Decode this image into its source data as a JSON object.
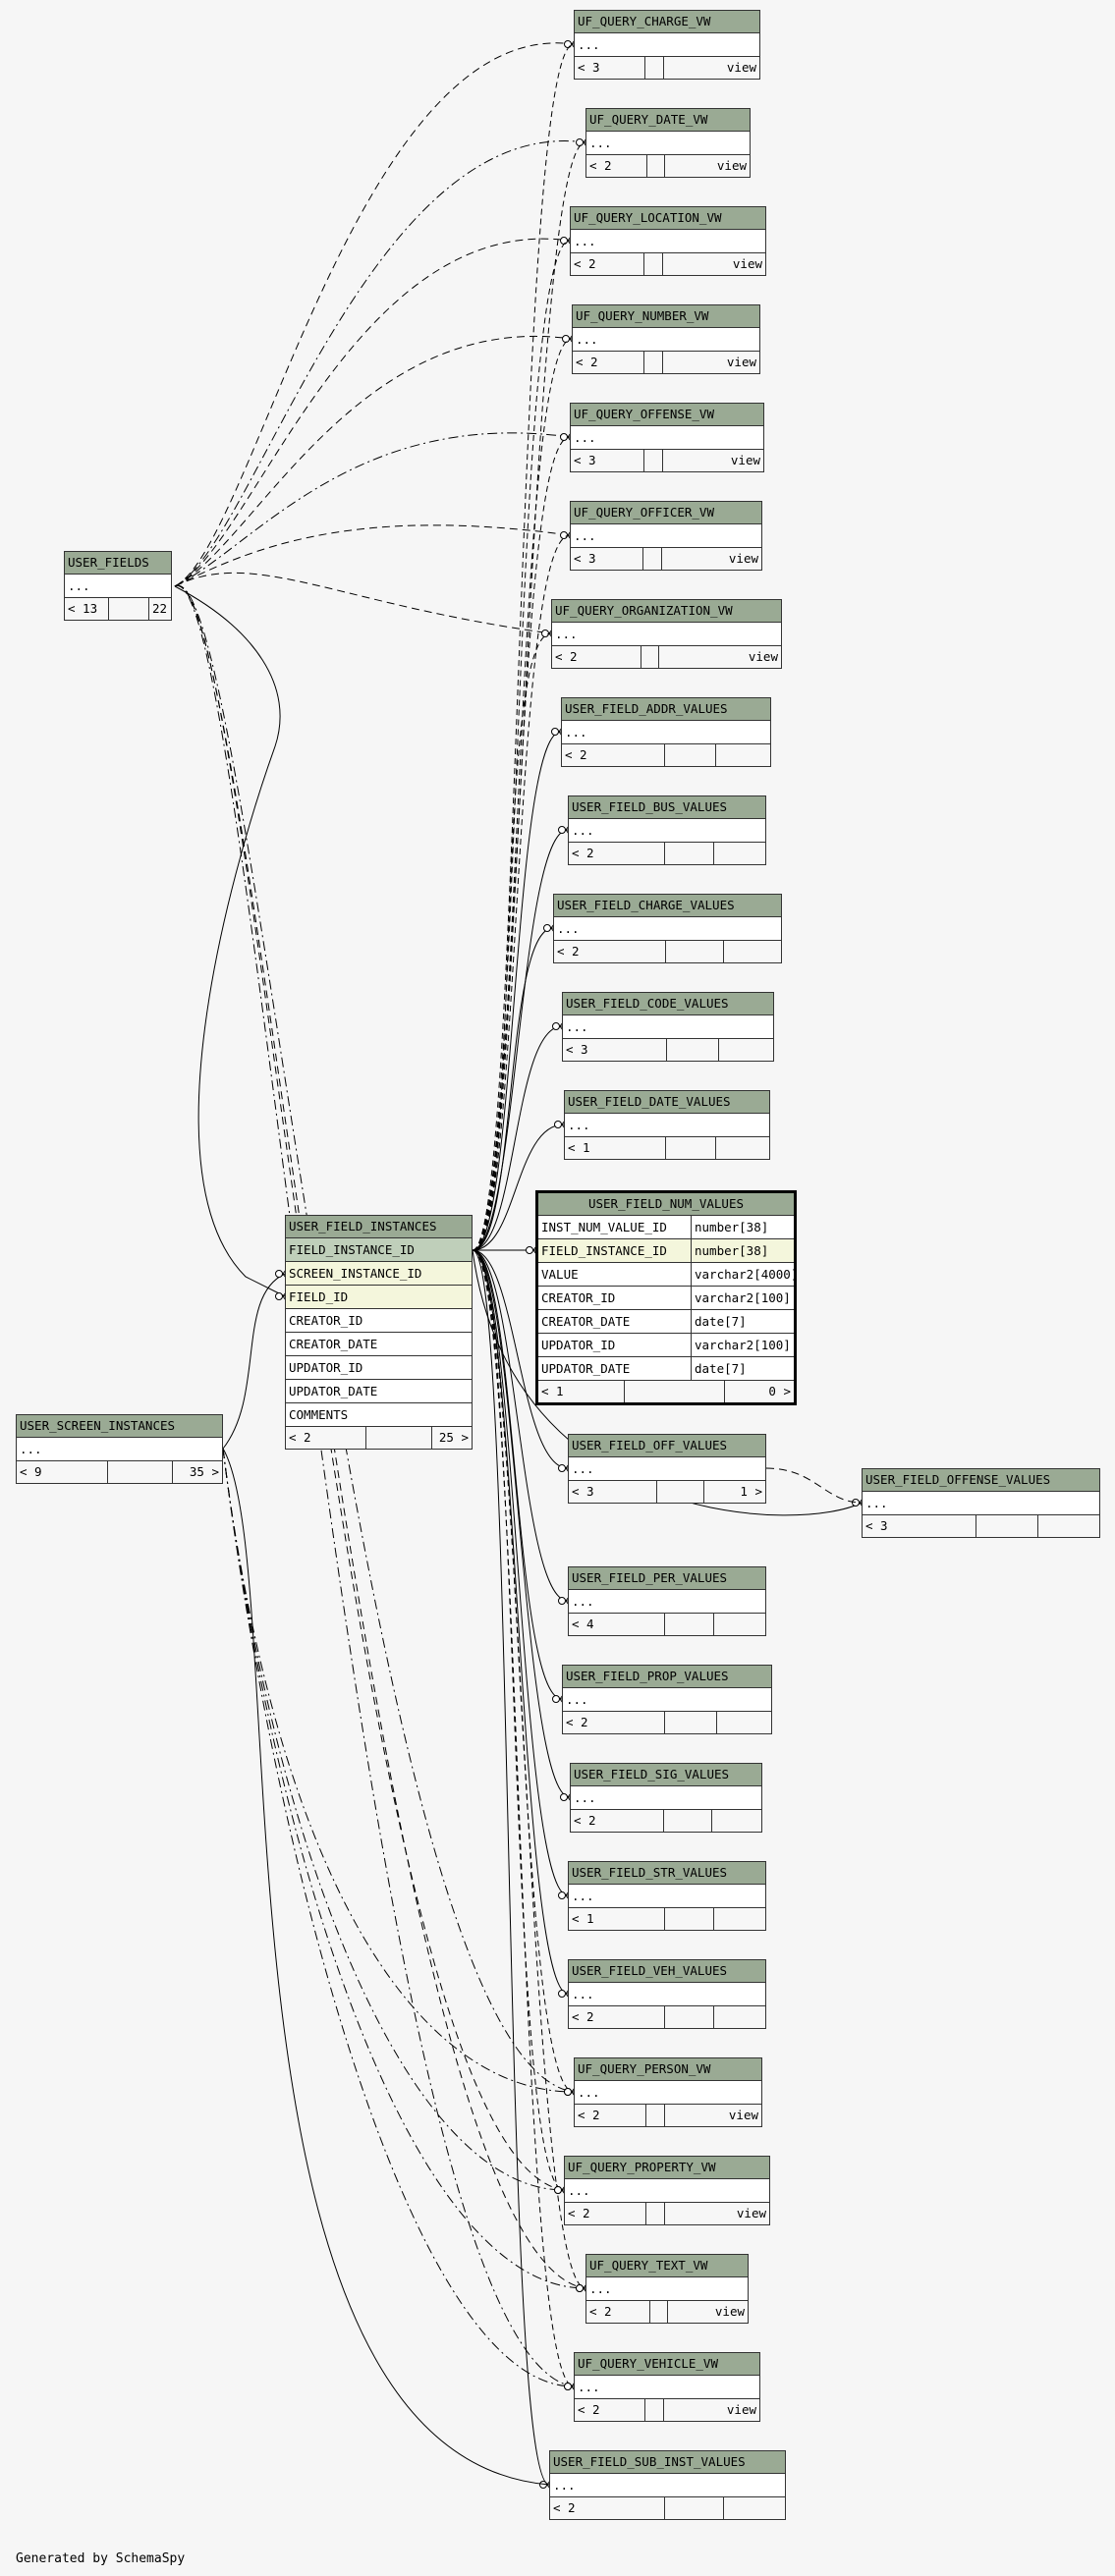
{
  "footer": "Generated by SchemaSpy",
  "tables": {
    "uf_query_charge_vw": {
      "name": "UF_QUERY_CHARGE_VW",
      "rows": [
        "..."
      ],
      "left": "< 3",
      "mid": "",
      "right": "view"
    },
    "uf_query_date_vw": {
      "name": "UF_QUERY_DATE_VW",
      "rows": [
        "..."
      ],
      "left": "< 2",
      "mid": "",
      "right": "view"
    },
    "uf_query_location_vw": {
      "name": "UF_QUERY_LOCATION_VW",
      "rows": [
        "..."
      ],
      "left": "< 2",
      "mid": "",
      "right": "view"
    },
    "uf_query_number_vw": {
      "name": "UF_QUERY_NUMBER_VW",
      "rows": [
        "..."
      ],
      "left": "< 2",
      "mid": "",
      "right": "view"
    },
    "uf_query_offense_vw": {
      "name": "UF_QUERY_OFFENSE_VW",
      "rows": [
        "..."
      ],
      "left": "< 3",
      "mid": "",
      "right": "view"
    },
    "uf_query_officer_vw": {
      "name": "UF_QUERY_OFFICER_VW",
      "rows": [
        "..."
      ],
      "left": "< 3",
      "mid": "",
      "right": "view"
    },
    "uf_query_organization_vw": {
      "name": "UF_QUERY_ORGANIZATION_VW",
      "rows": [
        "..."
      ],
      "left": "< 2",
      "mid": "",
      "right": "view"
    },
    "user_field_addr_values": {
      "name": "USER_FIELD_ADDR_VALUES",
      "rows": [
        "..."
      ],
      "left": "< 2",
      "mid": "",
      "right": ""
    },
    "user_field_bus_values": {
      "name": "USER_FIELD_BUS_VALUES",
      "rows": [
        "..."
      ],
      "left": "< 2",
      "mid": "",
      "right": ""
    },
    "user_field_charge_values": {
      "name": "USER_FIELD_CHARGE_VALUES",
      "rows": [
        "..."
      ],
      "left": "< 2",
      "mid": "",
      "right": ""
    },
    "user_field_code_values": {
      "name": "USER_FIELD_CODE_VALUES",
      "rows": [
        "..."
      ],
      "left": "< 3",
      "mid": "",
      "right": ""
    },
    "user_field_date_values": {
      "name": "USER_FIELD_DATE_VALUES",
      "rows": [
        "..."
      ],
      "left": "< 1",
      "mid": "",
      "right": ""
    },
    "user_fields": {
      "name": "USER_FIELDS",
      "rows": [
        "..."
      ],
      "left": "< 13",
      "mid": "",
      "right": "22 >"
    },
    "user_field_instances": {
      "name": "USER_FIELD_INSTANCES",
      "rows": [
        "FIELD_INSTANCE_ID",
        "SCREEN_INSTANCE_ID",
        "FIELD_ID",
        "CREATOR_ID",
        "CREATOR_DATE",
        "UPDATOR_ID",
        "UPDATOR_DATE",
        "COMMENTS"
      ],
      "left": "< 2",
      "mid": "",
      "right": "25 >"
    },
    "user_field_num_values": {
      "name": "USER_FIELD_NUM_VALUES",
      "rows": [
        "INST_NUM_VALUE_ID",
        "FIELD_INSTANCE_ID",
        "VALUE",
        "CREATOR_ID",
        "CREATOR_DATE",
        "UPDATOR_ID",
        "UPDATOR_DATE"
      ],
      "types": [
        "number[38]",
        "number[38]",
        "varchar2[4000]",
        "varchar2[100]",
        "date[7]",
        "varchar2[100]",
        "date[7]"
      ],
      "left": "< 1",
      "mid": "",
      "right": "0 >"
    },
    "user_screen_instances": {
      "name": "USER_SCREEN_INSTANCES",
      "rows": [
        "..."
      ],
      "left": "< 9",
      "mid": "",
      "right": "35 >"
    },
    "user_field_off_values": {
      "name": "USER_FIELD_OFF_VALUES",
      "rows": [
        "..."
      ],
      "left": "< 3",
      "mid": "",
      "right": "1 >"
    },
    "user_field_offense_values": {
      "name": "USER_FIELD_OFFENSE_VALUES",
      "rows": [
        "..."
      ],
      "left": "< 3",
      "mid": "",
      "right": ""
    },
    "user_field_per_values": {
      "name": "USER_FIELD_PER_VALUES",
      "rows": [
        "..."
      ],
      "left": "< 4",
      "mid": "",
      "right": ""
    },
    "user_field_prop_values": {
      "name": "USER_FIELD_PROP_VALUES",
      "rows": [
        "..."
      ],
      "left": "< 2",
      "mid": "",
      "right": ""
    },
    "user_field_sig_values": {
      "name": "USER_FIELD_SIG_VALUES",
      "rows": [
        "..."
      ],
      "left": "< 2",
      "mid": "",
      "right": ""
    },
    "user_field_str_values": {
      "name": "USER_FIELD_STR_VALUES",
      "rows": [
        "..."
      ],
      "left": "< 1",
      "mid": "",
      "right": ""
    },
    "user_field_veh_values": {
      "name": "USER_FIELD_VEH_VALUES",
      "rows": [
        "..."
      ],
      "left": "< 2",
      "mid": "",
      "right": ""
    },
    "uf_query_person_vw": {
      "name": "UF_QUERY_PERSON_VW",
      "rows": [
        "..."
      ],
      "left": "< 2",
      "mid": "",
      "right": "view"
    },
    "uf_query_property_vw": {
      "name": "UF_QUERY_PROPERTY_VW",
      "rows": [
        "..."
      ],
      "left": "< 2",
      "mid": "",
      "right": "view"
    },
    "uf_query_text_vw": {
      "name": "UF_QUERY_TEXT_VW",
      "rows": [
        "..."
      ],
      "left": "< 2",
      "mid": "",
      "right": "view"
    },
    "uf_query_vehicle_vw": {
      "name": "UF_QUERY_VEHICLE_VW",
      "rows": [
        "..."
      ],
      "left": "< 2",
      "mid": "",
      "right": "view"
    },
    "user_field_sub_inst_values": {
      "name": "USER_FIELD_SUB_INST_VALUES",
      "rows": [
        "..."
      ],
      "left": "< 2",
      "mid": "",
      "right": ""
    }
  }
}
